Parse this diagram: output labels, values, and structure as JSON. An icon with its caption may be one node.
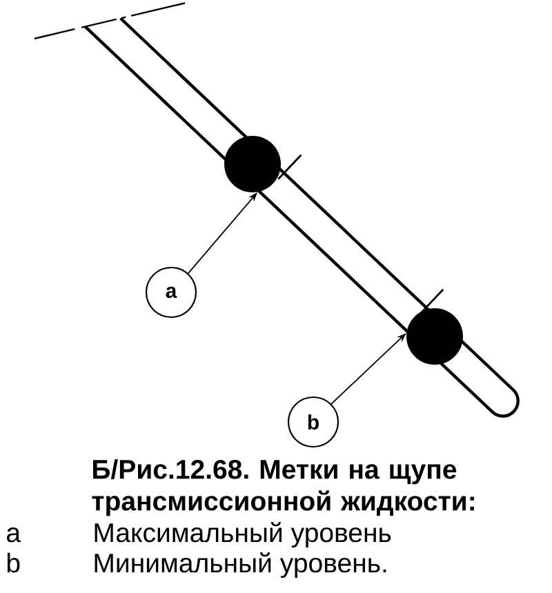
{
  "diagram": {
    "caption": "Б/Рис.12.68. Метки на щупе трансмиссионной жидкости:",
    "nodes": [
      {
        "text": [
          "a"
        ]
      },
      {
        "text": [],
        "shape": "circle"
      },
      {
        "text": [
          "b"
        ]
      },
      {
        "text": [],
        "shape": "circle"
      }
    ],
    "edges": [
      {
        "from": 0,
        "to": 1,
        "arrow": "to"
      },
      {
        "from": 2,
        "to": 3,
        "arrow": "to"
      }
    ],
    "labels": [
      "a",
      "Максимальный уровень",
      "b",
      "Минимальный уровень."
    ]
  }
}
